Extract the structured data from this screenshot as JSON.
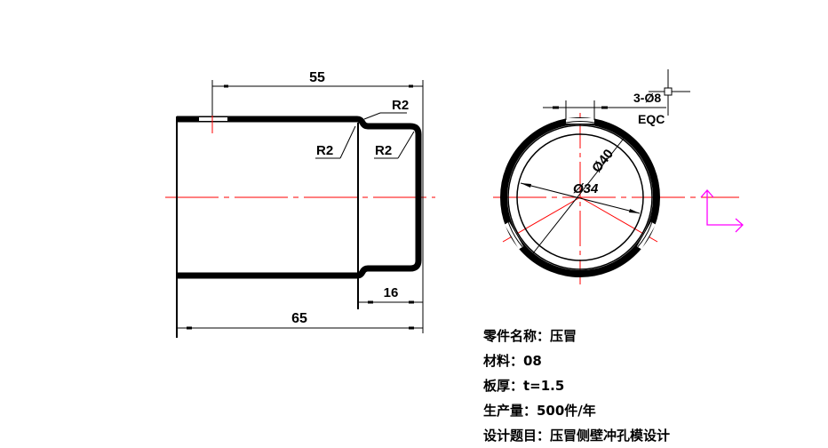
{
  "drawing": {
    "side_view": {
      "dimensions": {
        "top_length": "55",
        "total_length": "65",
        "step_length": "16",
        "radius_top": "R2",
        "radius_inner": "R2",
        "radius_end": "R2"
      }
    },
    "front_view": {
      "dimensions": {
        "outer_diameter": "Ø40",
        "inner_diameter": "Ø34",
        "hole_callout": "3-Ø8",
        "hole_spacing": "EQC"
      }
    },
    "colors": {
      "outline": "#000000",
      "centerline": "#ff0000",
      "ucs_icon": "#ff00ff"
    }
  },
  "notes": {
    "part_name": "零件名称：压冒",
    "material": "材料：08",
    "thickness": "板厚：t=1.5",
    "production": "生产量：500件/年",
    "design_title": "设计题目：压冒侧壁冲孔模设计"
  }
}
